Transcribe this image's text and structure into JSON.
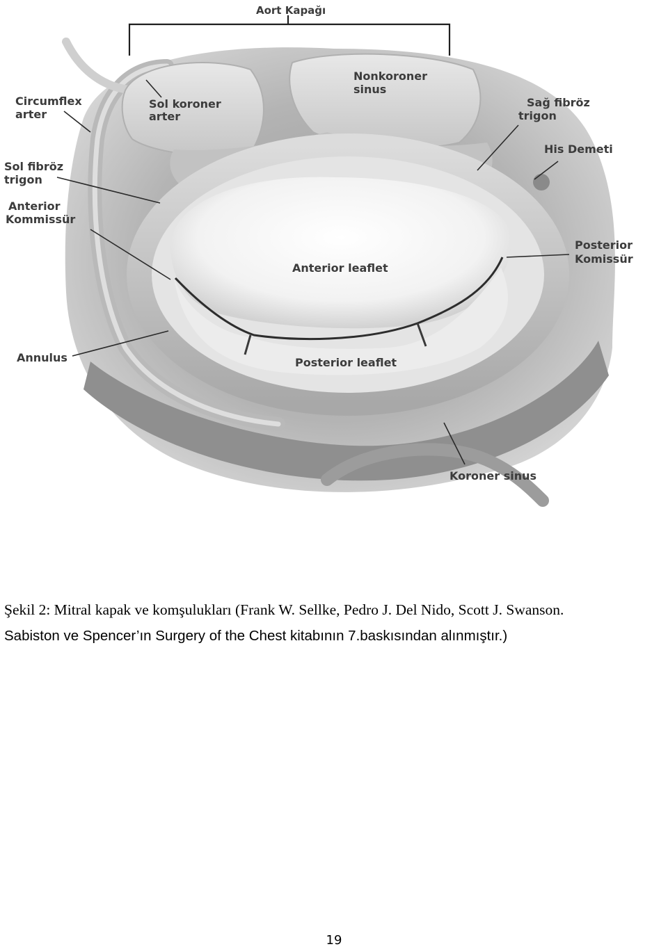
{
  "figure": {
    "labels": {
      "aort_kapagi": "Aort Kapağı",
      "circumflex_1": "Circumflex",
      "circumflex_2": "arter",
      "sol_koroner_1": "Sol koroner",
      "sol_koroner_2": "arter",
      "nonkoroner_1": "Nonkoroner",
      "nonkoroner_2": "sinus",
      "sag_fibroz_1": "Sağ fibröz",
      "sag_fibroz_2": "trigon",
      "his_demeti": "His Demeti",
      "sol_fibroz_1": "Sol fibröz",
      "sol_fibroz_2": "trigon",
      "anterior_kommissur_1": "Anterior",
      "anterior_kommissur_2": "Kommissür",
      "posterior_komissur_1": "Posterior",
      "posterior_komissur_2": "Komissür",
      "anterior_leaflet": "Anterior leaflet",
      "posterior_leaflet": "Posterior leaflet",
      "annulus": "Annulus",
      "koroner_sinus": "Koroner sinus"
    }
  },
  "caption": {
    "line1": "Şekil 2: Mitral kapak ve komşulukları (Frank W. Sellke, Pedro J. Del Nido, Scott J. Swanson.",
    "line2": "Sabiston ve Spencer’ın Surgery of the Chest kitabının 7.baskısından alınmıştır.)"
  },
  "page_number": "19"
}
